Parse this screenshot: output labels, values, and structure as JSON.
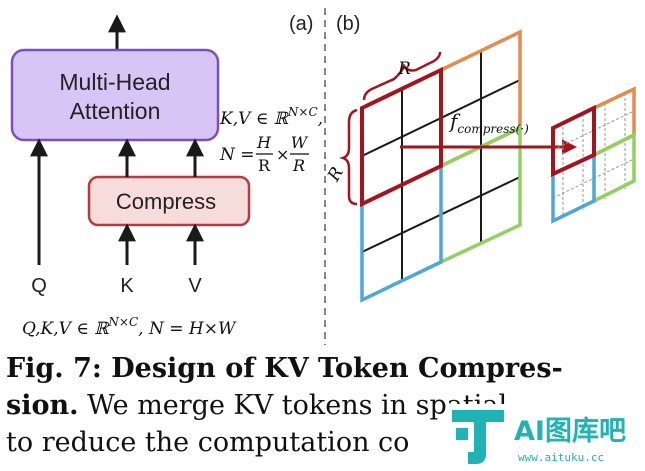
{
  "panel_a": {
    "label": "(a)",
    "attention_box": {
      "line1": "Multi-Head",
      "line2": "Attention"
    },
    "compress_box": "Compress",
    "inputs": [
      "Q",
      "K",
      "V"
    ],
    "kv_set": "K,V ∈ ℝ",
    "kv_set_sup": "N×C",
    "kv_set_end": ",",
    "n_lhs": "N =",
    "frac1_num": "H",
    "frac1_den": "R",
    "times": "×",
    "frac2_num": "W",
    "frac2_den": "R",
    "bottom_formula": "Q,K,V ∈ ℝ",
    "bottom_formula_sup": "N×C",
    "bottom_formula_end": ", N = H×W"
  },
  "panel_b": {
    "label": "(b)",
    "region_label_top": "R",
    "region_label_left": "R",
    "function_label": "f",
    "function_sub": "compress(·)"
  },
  "caption": {
    "fig_label": "Fig. 7: Design of KV Token Compres-",
    "line2_bold": "sion.",
    "line2_rest": " We merge KV tokens in ",
    "line2_tail": "spatial",
    "line3": "to reduce the computation co"
  },
  "watermark": {
    "brand": "AI图库吧",
    "url": "www.aituku.cc"
  },
  "colors": {
    "attention_fill": "#d7c6f5",
    "attention_border": "#7a4ec7",
    "compress_fill": "#f7dcdc",
    "compress_border": "#c0373b",
    "quad_orange": "#e88a4a",
    "quad_green": "#8fd25c",
    "quad_blue": "#4aa7df",
    "highlight": "#a8121d",
    "watermark": "#1eb3b5"
  }
}
